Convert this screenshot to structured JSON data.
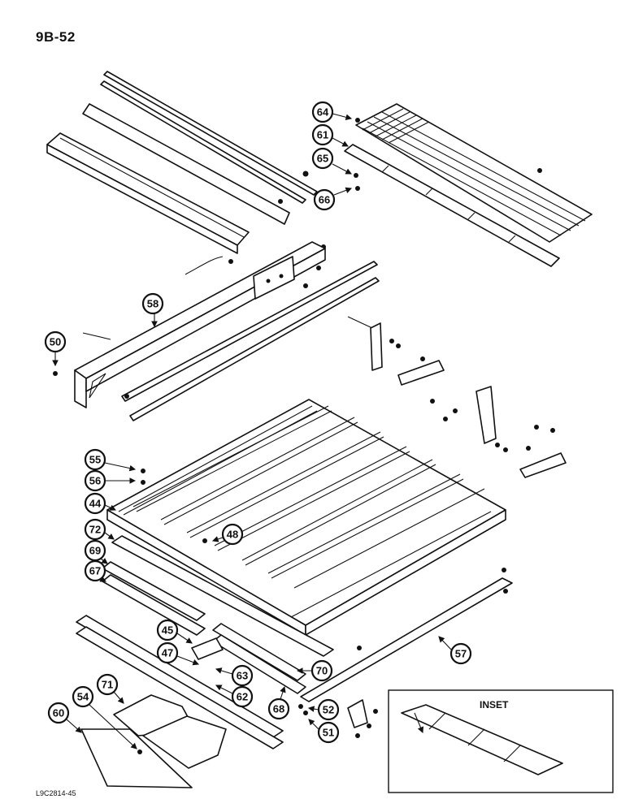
{
  "page_number": "9B-52",
  "footer_code": "L9C2814-45",
  "inset_label": "INSET",
  "callouts": [
    "64",
    "61",
    "65",
    "66",
    "58",
    "50",
    "55",
    "56",
    "44",
    "72",
    "48",
    "69",
    "67",
    "45",
    "47",
    "63",
    "62",
    "70",
    "57",
    "71",
    "68",
    "52",
    "51",
    "54",
    "60"
  ]
}
